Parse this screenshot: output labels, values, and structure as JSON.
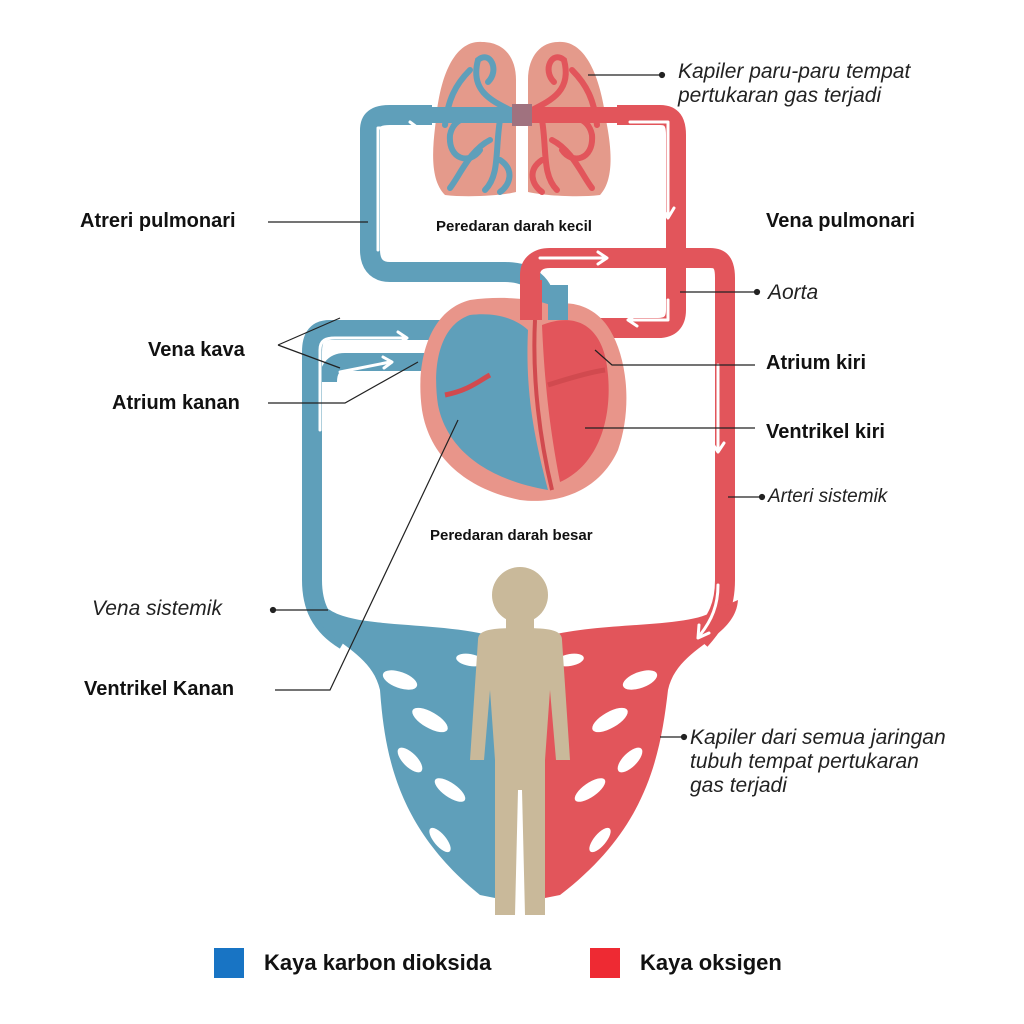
{
  "labels": {
    "atreri_pulmonari": "Atreri pulmonari",
    "vena_pulmonari": "Vena pulmonari",
    "vena_kava": "Vena kava",
    "atrium_kanan": "Atrium kanan",
    "atrium_kiri": "Atrium kiri",
    "ventrikel_kiri": "Ventrikel kiri",
    "ventrikel_kanan": "Ventrikel Kanan",
    "aorta": "Aorta",
    "arteri_sistemik": "Arteri sistemik",
    "vena_sistemik": "Vena sistemik",
    "kapiler_paru": "Kapiler paru-paru tempat\npertukaran gas terjadi",
    "kapiler_jaringan": "Kapiler dari semua jaringan\ntubuh tempat pertukaran\ngas terjadi",
    "peredaran_kecil": "Peredaran darah kecil",
    "peredaran_besar": "Peredaran darah besar"
  },
  "legend": [
    {
      "label": "Kaya karbon dioksida",
      "color": "#1874c4"
    },
    {
      "label": "Kaya oksigen",
      "color": "#ee2a33"
    }
  ],
  "colors": {
    "deoxygenated": "#5f9fba",
    "oxygenated": "#e2555b",
    "lung_tissue": "#e49a8b",
    "heart_outer": "#e8958a",
    "body_figure": "#c9b99a"
  }
}
